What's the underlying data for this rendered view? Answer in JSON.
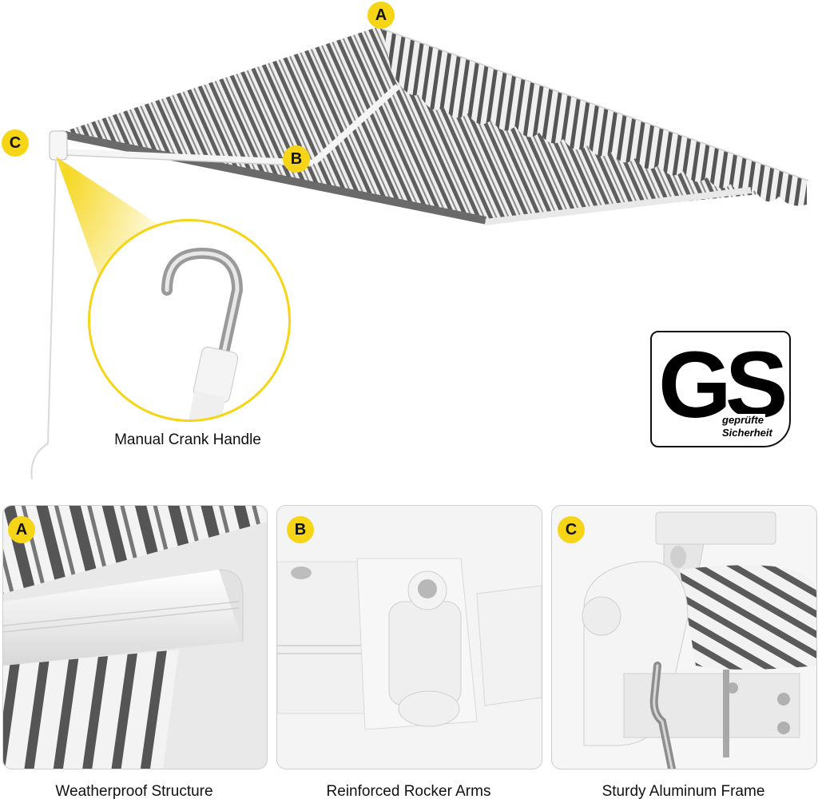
{
  "hero": {
    "markers": {
      "a": "A",
      "b": "B",
      "c": "C"
    },
    "inset_caption": "Manual Crank Handle"
  },
  "certification": {
    "logo_text": "GS",
    "line1": "geprüfte",
    "line2": "Sicherheit"
  },
  "details": [
    {
      "marker": "A",
      "caption": "Weatherproof Structure"
    },
    {
      "marker": "B",
      "caption": "Reinforced Rocker Arms"
    },
    {
      "marker": "C",
      "caption": "Sturdy Aluminum Frame"
    }
  ],
  "colors": {
    "accent": "#f5d515",
    "stripe_dark": "#5a5a5a",
    "stripe_light": "#f2f2f2",
    "frame": "#ffffff"
  }
}
